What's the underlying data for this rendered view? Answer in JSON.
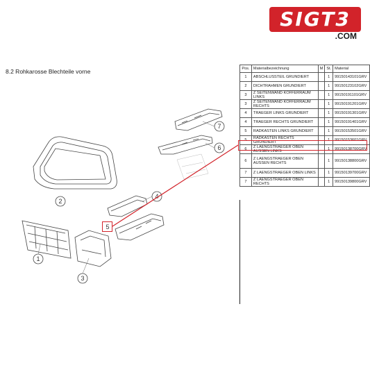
{
  "logo": {
    "main": "SIGT3",
    "sub": ".COM",
    "color": "#d2232a"
  },
  "section": {
    "title": "8.2  Rohkarosse Blechteile vorne"
  },
  "callouts": [
    "1",
    "2",
    "3",
    "4",
    "5",
    "6",
    "7"
  ],
  "table": {
    "headers": {
      "pos": "Pos.",
      "name": "Materialbezeichnung",
      "m": "M",
      "st": "St.",
      "material": "Material"
    },
    "rows": [
      {
        "pos": "1",
        "name": "ABSCHLUSSTEIL GRUNDIERT",
        "st": "1",
        "material": "99150143101GRV"
      },
      {
        "pos": "2",
        "name": "DICHTRAHMEN GRUNDIERT",
        "st": "1",
        "material": "99150123102GRV"
      },
      {
        "pos": "3",
        "name": "Z SEITENWAND KOFFERRAUM LINKS",
        "st": "1",
        "material": "99150191101GRV"
      },
      {
        "pos": "3",
        "name": "Z SEITENWAND KOFFERRAUM RECHTS",
        "st": "1",
        "material": "99150191201GRV"
      },
      {
        "pos": "4",
        "name": "TRAEGER LINKS GRUNDIERT",
        "st": "1",
        "material": "99150191301GRV"
      },
      {
        "pos": "4",
        "name": "TRAEGER RECHTS GRUNDIERT",
        "st": "1",
        "material": "99150191401GRV"
      },
      {
        "pos": "5",
        "name": "RADKASTEN LINKS GRUNDIERT",
        "st": "1",
        "material": "99150153501GRV"
      },
      {
        "pos": "5",
        "name": "RADKASTEN RECHTS GRUNDIERT",
        "st": "1",
        "material": "99150153601GRV"
      },
      {
        "pos": "6",
        "name": "Z LAENGSTRAEGER OBEN AUSSEN LINKS",
        "st": "1",
        "material": "99150138700GRV"
      },
      {
        "pos": "6",
        "name": "Z LAENGSTRAEGER OBEN AUSSEN RECHTS",
        "st": "1",
        "material": "99150138800GRV"
      },
      {
        "pos": "7",
        "name": "Z LAENGSTRAEGER OBEN LINKS",
        "st": "1",
        "material": "99150139700GRV"
      },
      {
        "pos": "7",
        "name": "Z LAENGSTRAEGER OBEN RECHTS",
        "st": "1",
        "material": "99150139800GRV"
      }
    ],
    "highlight_color": "#d2232a"
  }
}
